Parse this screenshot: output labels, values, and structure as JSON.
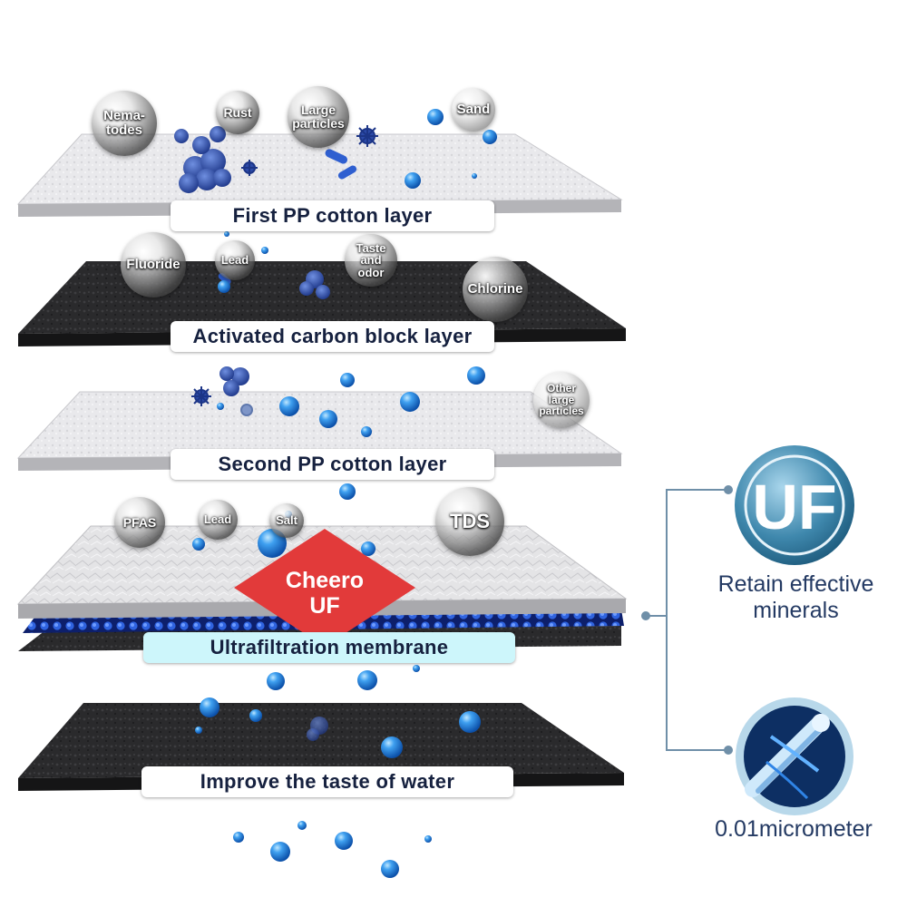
{
  "layers": [
    {
      "label": "First PP cotton layer"
    },
    {
      "label": "Activated carbon block layer"
    },
    {
      "label": "Second PP cotton layer"
    },
    {
      "label": "Ultrafiltration membrane"
    },
    {
      "label": "Improve the taste of water"
    }
  ],
  "contaminants": {
    "layer1": {
      "nematodes_line1": "Nema-",
      "nematodes_line2": "todes",
      "rust": "Rust",
      "large_particles_line1": "Large",
      "large_particles_line2": "particles",
      "sand": "Sand"
    },
    "layer2": {
      "fluoride": "Fluoride",
      "lead": "Lead",
      "taste_line1": "Taste",
      "taste_line2": "and",
      "taste_line3": "odor",
      "chlorine": "Chlorine"
    },
    "layer3": {
      "other_line1": "Other",
      "other_line2": "large",
      "other_line3": "particles"
    },
    "layer4": {
      "pfas": "PFAS",
      "lead": "Lead",
      "salt": "Salt",
      "tds": "TDS"
    }
  },
  "brand": {
    "line1": "Cheero",
    "line2": "UF"
  },
  "features": [
    {
      "badge": "UF",
      "text_line1": "Retain effective",
      "text_line2": "minerals"
    },
    {
      "text": "0.01micrometer"
    }
  ],
  "colors": {
    "accent_red": "#e23a3a",
    "text_navy": "#16213f",
    "feature_navy": "#243a63",
    "bracket": "#6f8fa8",
    "water_blue": "#1f7fd6"
  }
}
